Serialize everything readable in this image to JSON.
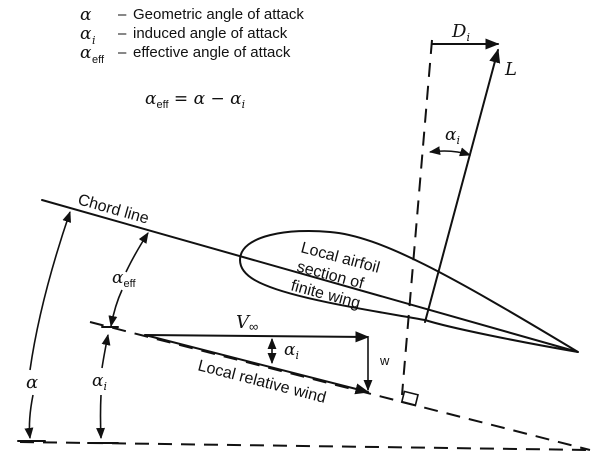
{
  "legend": {
    "items": [
      {
        "symbol": "α",
        "sub": "",
        "dash": "–",
        "text": "Geometric angle of attack"
      },
      {
        "symbol": "α",
        "sub": "i",
        "dash": "–",
        "text": "induced angle of attack"
      },
      {
        "symbol": "α",
        "sub": "eff",
        "dash": "–",
        "text": "effective angle of attack"
      }
    ],
    "equation": {
      "lhs": "α",
      "lhs_sub": "eff",
      "eq": " = α − α",
      "rhs_sub": "i"
    }
  },
  "labels": {
    "chord_line": "Chord line",
    "airfoil_line1": "Local airfoil",
    "airfoil_line2": "section of",
    "airfoil_line3": "finite wing",
    "v_inf": "V",
    "v_inf_sub": "∞",
    "relative_wind": "Local relative wind",
    "downwash": "w",
    "lift": "L",
    "drag_induced": "D",
    "drag_induced_sub": "i",
    "alpha": "α",
    "alpha_eff": "α",
    "alpha_eff_sub": "eff",
    "alpha_i_left": "α",
    "alpha_i_left_sub": "i",
    "alpha_i_triangle": "α",
    "alpha_i_triangle_sub": "i",
    "alpha_i_top": "α",
    "alpha_i_top_sub": "i"
  },
  "colors": {
    "ink": "#111111",
    "background": "#ffffff"
  }
}
